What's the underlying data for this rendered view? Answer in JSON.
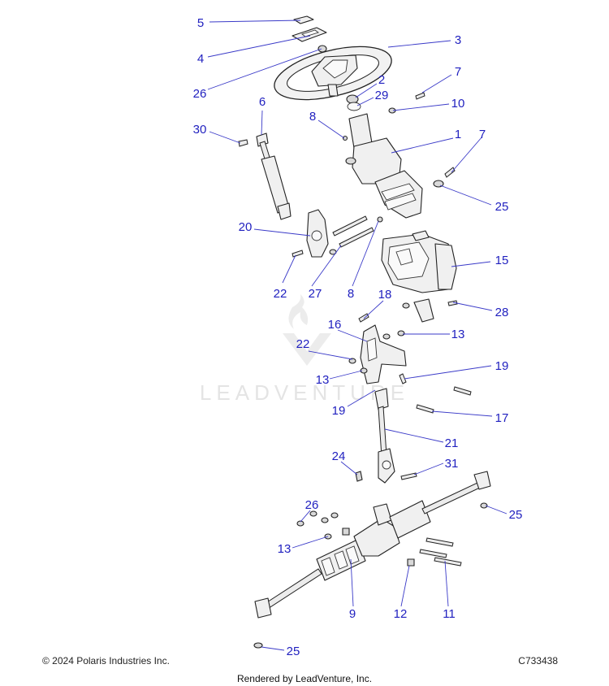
{
  "copyright": "© 2024 Polaris Industries Inc.",
  "drawing_code": "C733438",
  "rendered_by": "Rendered by LeadVenture, Inc.",
  "watermark": "LEADVENTURE",
  "callouts": [
    {
      "id": "c5",
      "label": "5"
    },
    {
      "id": "c3",
      "label": "3"
    },
    {
      "id": "c4",
      "label": "4"
    },
    {
      "id": "c26a",
      "label": "26"
    },
    {
      "id": "c2",
      "label": "2"
    },
    {
      "id": "c7a",
      "label": "7"
    },
    {
      "id": "c29",
      "label": "29"
    },
    {
      "id": "c6",
      "label": "6"
    },
    {
      "id": "c10",
      "label": "10"
    },
    {
      "id": "c8a",
      "label": "8"
    },
    {
      "id": "c30",
      "label": "30"
    },
    {
      "id": "c1",
      "label": "1"
    },
    {
      "id": "c7b",
      "label": "7"
    },
    {
      "id": "c25a",
      "label": "25"
    },
    {
      "id": "c20",
      "label": "20"
    },
    {
      "id": "c15",
      "label": "15"
    },
    {
      "id": "c22a",
      "label": "22"
    },
    {
      "id": "c27",
      "label": "27"
    },
    {
      "id": "c8b",
      "label": "8"
    },
    {
      "id": "c18",
      "label": "18"
    },
    {
      "id": "c28",
      "label": "28"
    },
    {
      "id": "c16",
      "label": "16"
    },
    {
      "id": "c13a",
      "label": "13"
    },
    {
      "id": "c22b",
      "label": "22"
    },
    {
      "id": "c13b",
      "label": "13"
    },
    {
      "id": "c19a",
      "label": "19"
    },
    {
      "id": "c19b",
      "label": "19"
    },
    {
      "id": "c17",
      "label": "17"
    },
    {
      "id": "c21",
      "label": "21"
    },
    {
      "id": "c24",
      "label": "24"
    },
    {
      "id": "c31",
      "label": "31"
    },
    {
      "id": "c26b",
      "label": "26"
    },
    {
      "id": "c25b",
      "label": "25"
    },
    {
      "id": "c13c",
      "label": "13"
    },
    {
      "id": "c9",
      "label": "9"
    },
    {
      "id": "c12",
      "label": "12"
    },
    {
      "id": "c11",
      "label": "11"
    },
    {
      "id": "c25c",
      "label": "25"
    }
  ]
}
